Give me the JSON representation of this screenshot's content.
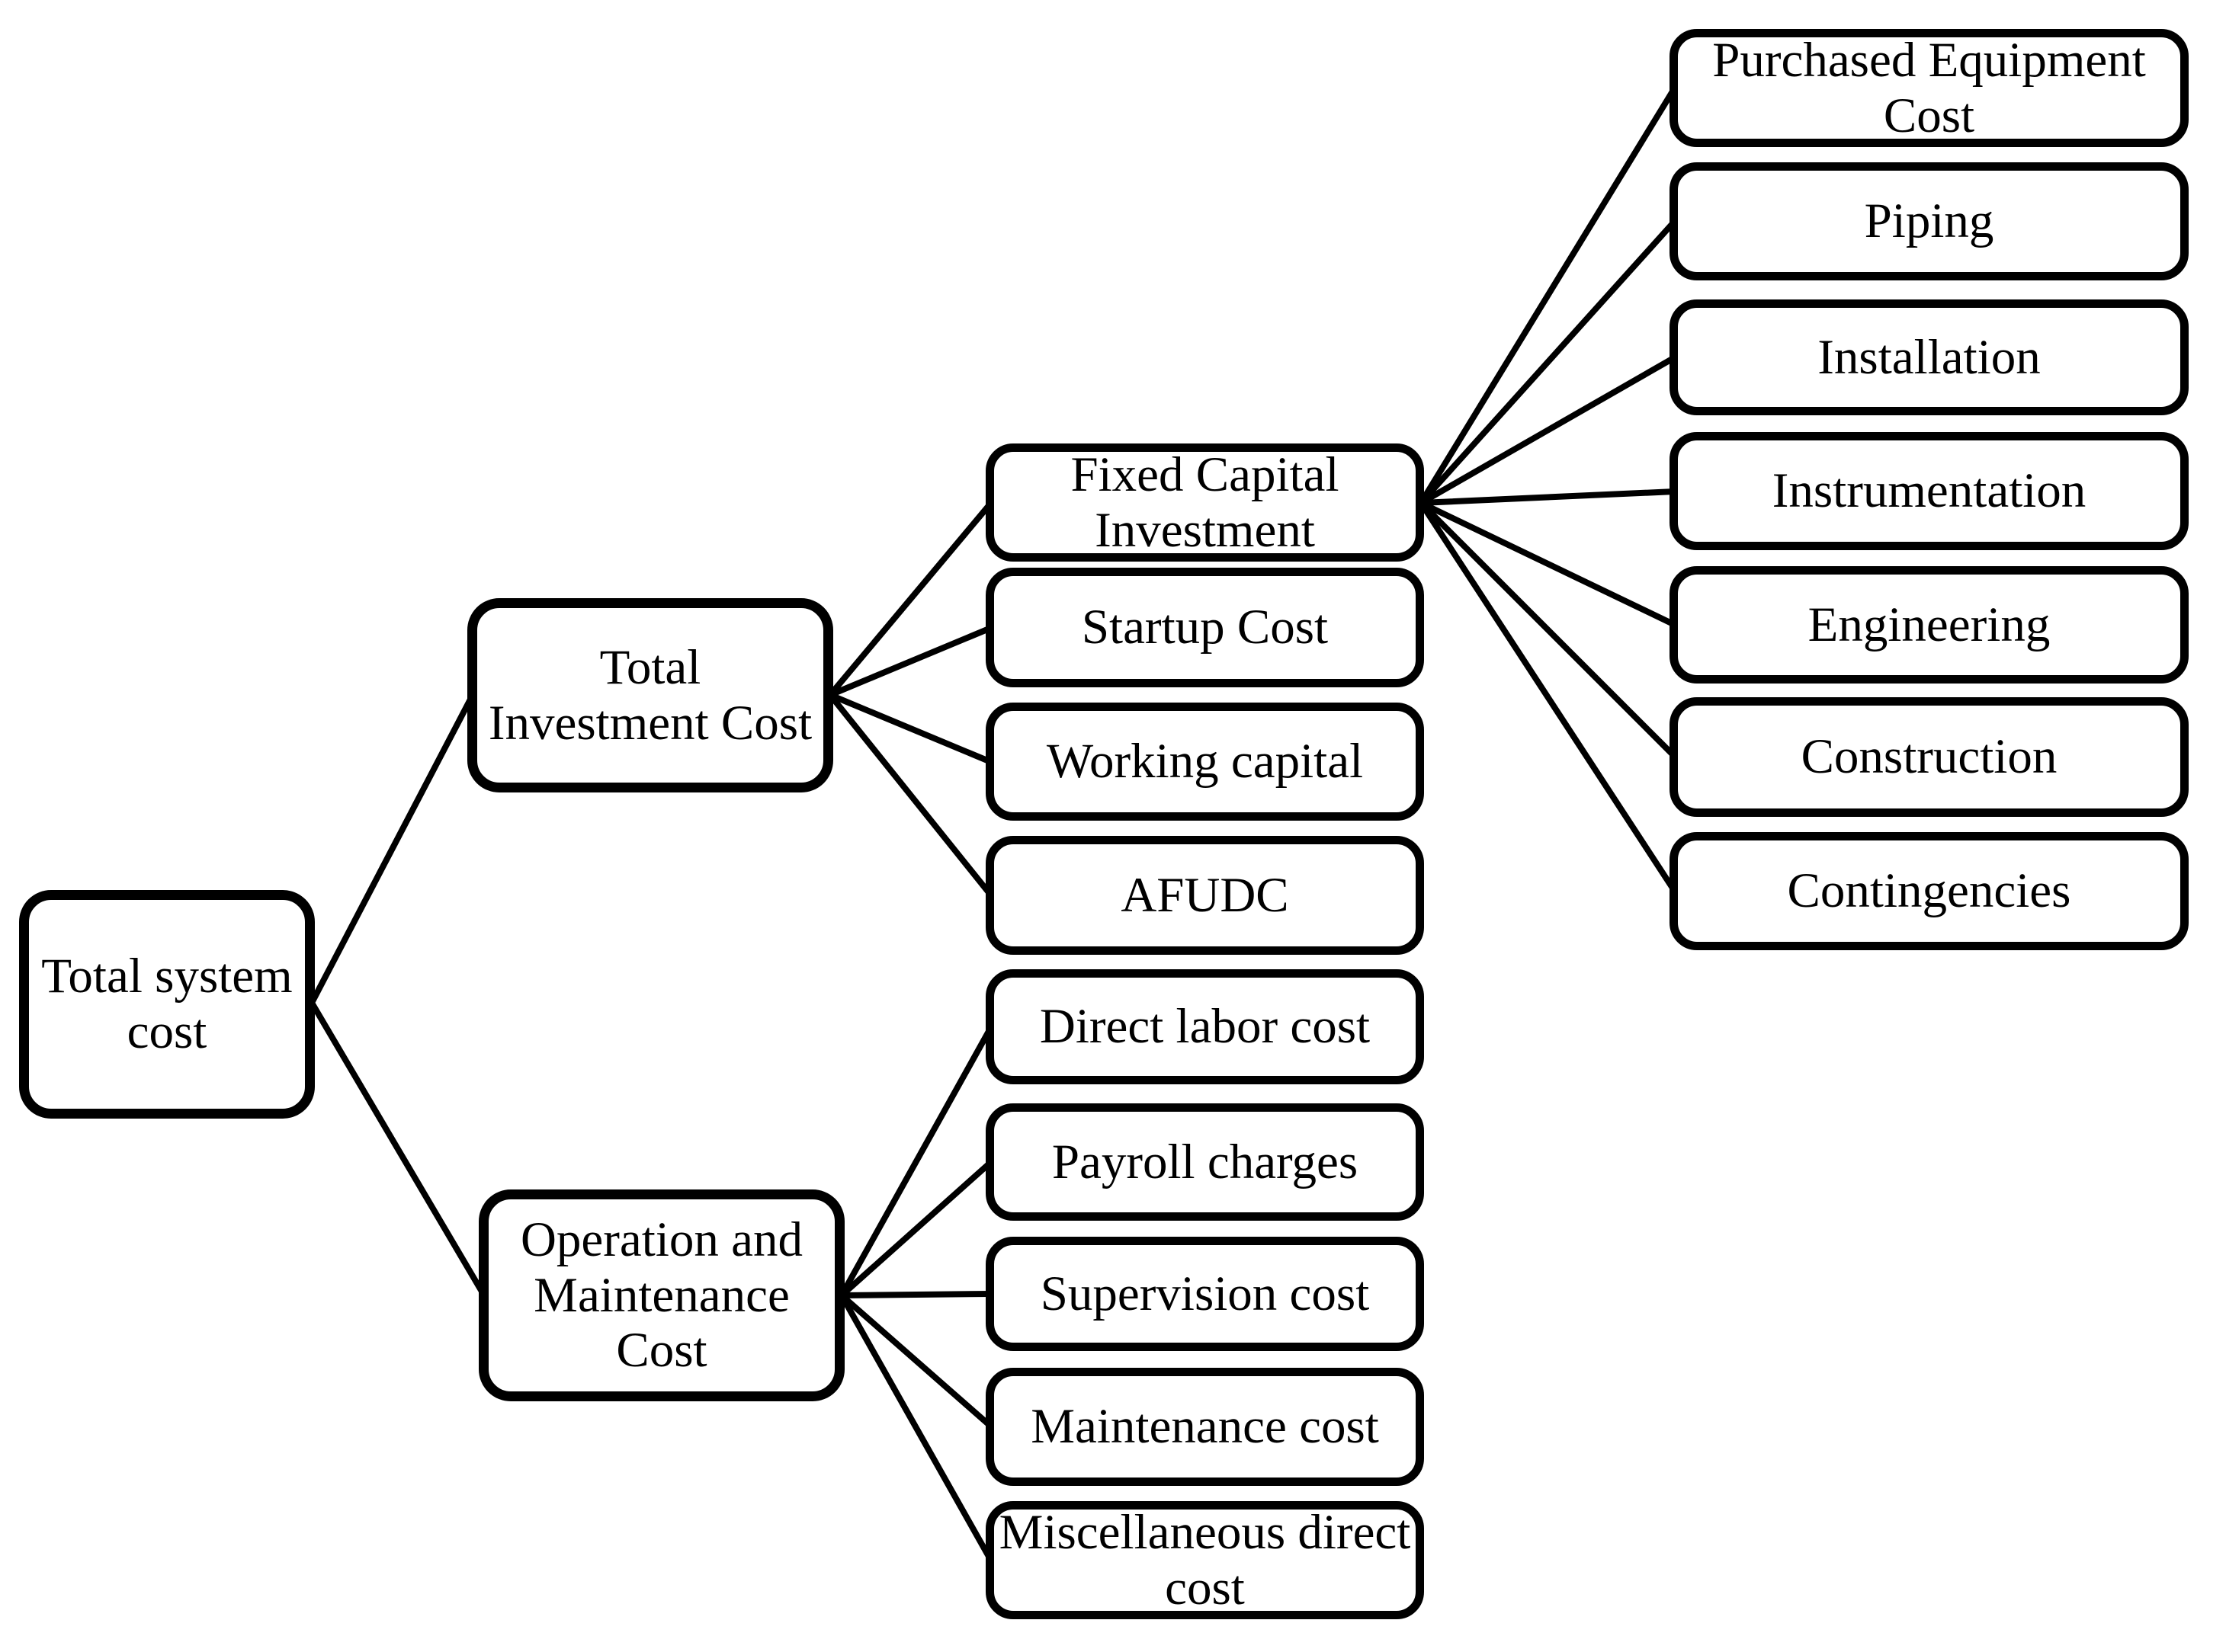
{
  "diagram": {
    "type": "tree",
    "colors": {
      "background": "#ffffff",
      "box_fill": "#ffffff",
      "box_border": "#000000",
      "line": "#000000",
      "text": "#000000"
    },
    "nodes": [
      {
        "id": "total-system-cost",
        "label": "Total system\ncost"
      },
      {
        "id": "total-investment-cost",
        "label": "Total\nInvestment Cost"
      },
      {
        "id": "operation-maintenance-cost",
        "label": "Operation and\nMaintenance\nCost"
      },
      {
        "id": "fixed-capital-investment",
        "label": "Fixed Capital\nInvestment"
      },
      {
        "id": "startup-cost",
        "label": "Startup Cost"
      },
      {
        "id": "working-capital",
        "label": "Working capital"
      },
      {
        "id": "afudc",
        "label": "AFUDC"
      },
      {
        "id": "direct-labor-cost",
        "label": "Direct labor cost"
      },
      {
        "id": "payroll-charges",
        "label": "Payroll charges"
      },
      {
        "id": "supervision-cost",
        "label": "Supervision cost"
      },
      {
        "id": "maintenance-cost",
        "label": "Maintenance cost"
      },
      {
        "id": "miscellaneous-direct-cost",
        "label": "Miscellaneous direct\ncost"
      },
      {
        "id": "purchased-equipment-cost",
        "label": "Purchased Equipment\nCost"
      },
      {
        "id": "piping",
        "label": "Piping"
      },
      {
        "id": "installation",
        "label": "Installation"
      },
      {
        "id": "instrumentation",
        "label": "Instrumentation"
      },
      {
        "id": "engineering",
        "label": "Engineering"
      },
      {
        "id": "construction",
        "label": "Construction"
      },
      {
        "id": "contingencies",
        "label": "Contingencies"
      }
    ],
    "edges": [
      [
        "total-system-cost",
        "total-investment-cost"
      ],
      [
        "total-system-cost",
        "operation-maintenance-cost"
      ],
      [
        "total-investment-cost",
        "fixed-capital-investment"
      ],
      [
        "total-investment-cost",
        "startup-cost"
      ],
      [
        "total-investment-cost",
        "working-capital"
      ],
      [
        "total-investment-cost",
        "afudc"
      ],
      [
        "fixed-capital-investment",
        "purchased-equipment-cost"
      ],
      [
        "fixed-capital-investment",
        "piping"
      ],
      [
        "fixed-capital-investment",
        "installation"
      ],
      [
        "fixed-capital-investment",
        "instrumentation"
      ],
      [
        "fixed-capital-investment",
        "engineering"
      ],
      [
        "fixed-capital-investment",
        "construction"
      ],
      [
        "fixed-capital-investment",
        "contingencies"
      ],
      [
        "operation-maintenance-cost",
        "direct-labor-cost"
      ],
      [
        "operation-maintenance-cost",
        "payroll-charges"
      ],
      [
        "operation-maintenance-cost",
        "supervision-cost"
      ],
      [
        "operation-maintenance-cost",
        "maintenance-cost"
      ],
      [
        "operation-maintenance-cost",
        "miscellaneous-direct-cost"
      ]
    ]
  }
}
